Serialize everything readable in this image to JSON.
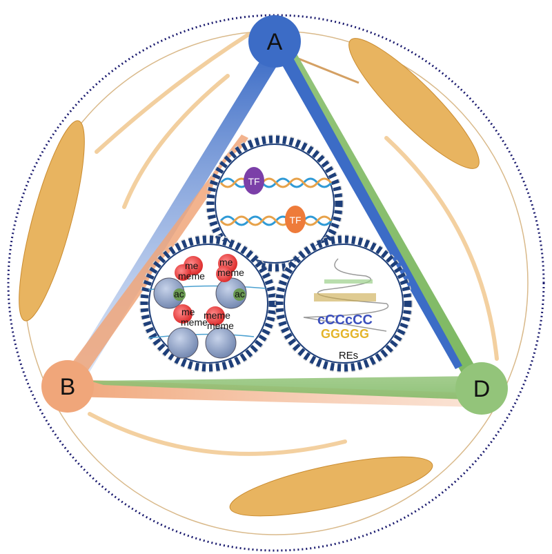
{
  "vertices": {
    "a": "A",
    "b": "B",
    "d": "D"
  },
  "colors": {
    "a": "#3f6fc4",
    "b": "#f0a67a",
    "d": "#93c47a",
    "ring": "#1e3f7a",
    "border": "#1a1a6e",
    "wheat": "#e8b460"
  },
  "transcription": {
    "tf1": "TF",
    "tf2": "TF"
  },
  "histone": {
    "marks": [
      "me",
      "meme",
      "me",
      "meme",
      "me",
      "meme",
      "meme",
      "meme"
    ],
    "ac1": "ac",
    "ac2": "ac"
  },
  "elements": {
    "label": "REs"
  }
}
